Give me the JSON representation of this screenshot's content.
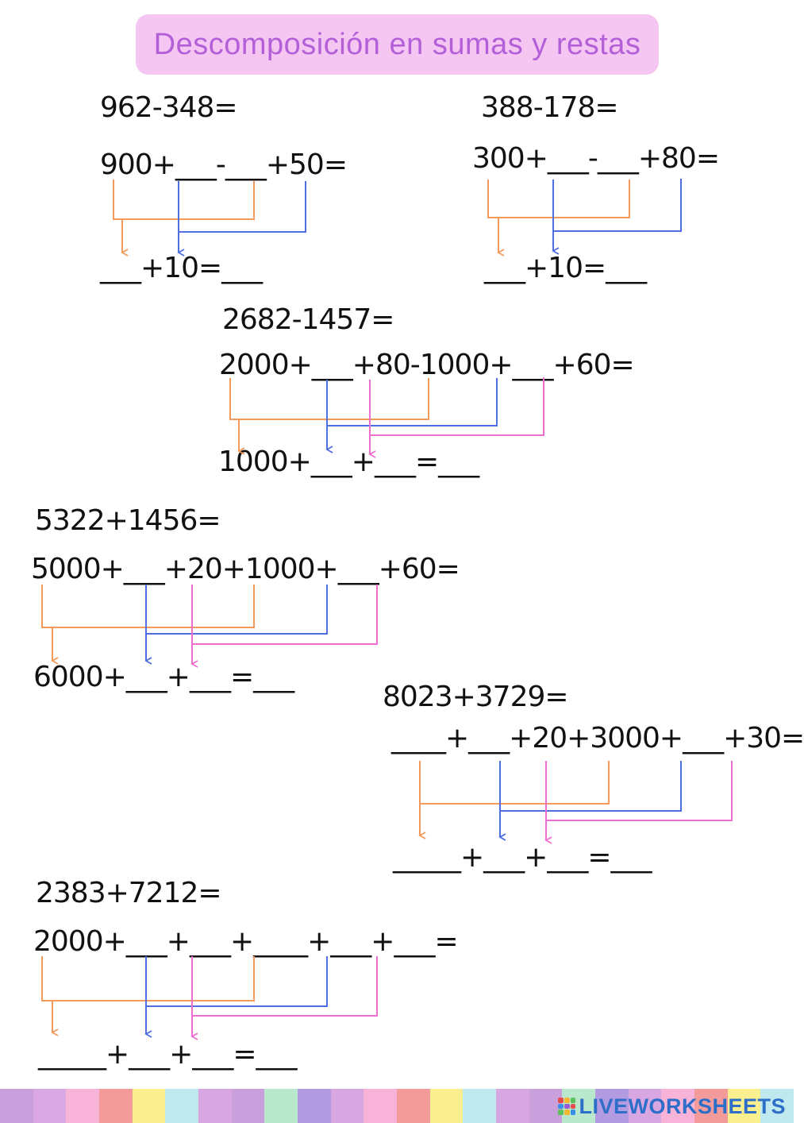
{
  "title": "Descomposición en sumas y restas",
  "exercises": [
    {
      "problem": "962-348=",
      "decomposition": "900+___-___+50=",
      "result": "___+10=___"
    },
    {
      "problem": "388-178=",
      "decomposition": "300+___-___+80=",
      "result": "___+10=___"
    },
    {
      "problem": "2682-1457=",
      "decomposition": "2000+___+80-1000+___+60=",
      "result": "1000+___+___=___"
    },
    {
      "problem": "5322+1456=",
      "decomposition": "5000+___+20+1000+___+60=",
      "result": "6000+___+___=___"
    },
    {
      "problem": "8023+3729=",
      "decomposition": "____+___+20+3000+___+30=",
      "result": "_____+___+___=___"
    },
    {
      "problem": "2383+7212=",
      "decomposition": "2000+___+___+____+___+___=",
      "result": "_____+___+___=___"
    }
  ],
  "colors": {
    "orange": "#f39a5b",
    "blue": "#4f6fe0",
    "pink": "#ef6fd0",
    "title_bg": "#f6c6f3",
    "title_text": "#b25fd8"
  },
  "footer": {
    "brand": "LIVEWORKSHEETS",
    "stripe_colors": [
      "#c9a0dc",
      "#d9a7e3",
      "#f7b3d8",
      "#f39b9b",
      "#f9ef8f",
      "#bfe8ef",
      "#d8a6e0",
      "#c9a0dc",
      "#b9e8cc",
      "#b29be0",
      "#d8a6e0",
      "#f7b3d8",
      "#f39b9b",
      "#f9ef8f",
      "#bfe8ef",
      "#d8a6e0",
      "#c9a0dc",
      "#b9e8cc",
      "#b29be0",
      "#d8a6e0",
      "#f7b3d8",
      "#f39b9b",
      "#f9ef8f",
      "#bfe8ef"
    ]
  }
}
